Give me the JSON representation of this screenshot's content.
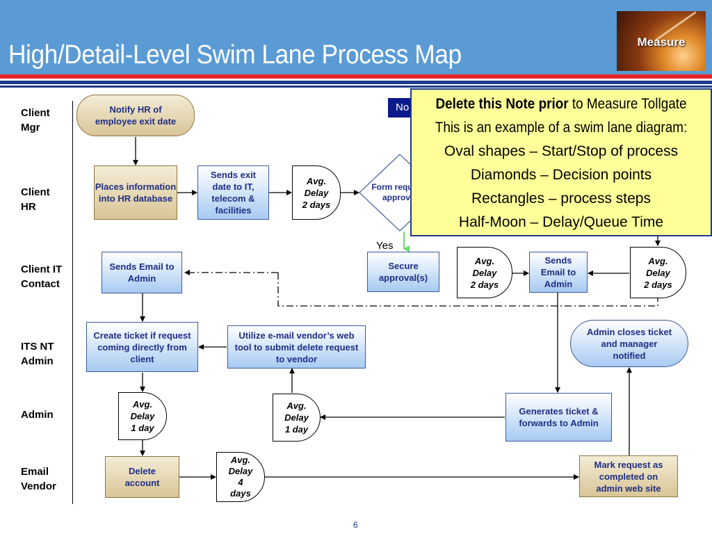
{
  "header": {
    "title": "High/Detail-Level Swim Lane Process Map",
    "badge_label": "Measure"
  },
  "lanes": [
    {
      "line1": "Client",
      "line2": "Mgr"
    },
    {
      "line1": "Client",
      "line2": "HR"
    },
    {
      "line1": "Client IT",
      "line2": "Contact"
    },
    {
      "line1": "ITS NT",
      "line2": "Admin"
    },
    {
      "line1": "Admin",
      "line2": ""
    },
    {
      "line1": "Email",
      "line2": "Vendor"
    }
  ],
  "steps": {
    "notify_hr": "Notify HR of employee exit date",
    "places_info": "Places information into HR database",
    "sends_exit": "Sends exit date to IT, telecom & facilities",
    "form_required": "Form required approval",
    "sends_email_admin_left": "Sends Email to Admin",
    "secure_approval": "Secure approval(s)",
    "sends_email_admin_right": "Sends Email to Admin",
    "create_ticket": "Create ticket if request coming directly from client",
    "utilize_vendor": "Utilize e-mail vendor’s web tool to submit delete request to vendor",
    "admin_closes": "Admin closes ticket and manager notified",
    "generates_ticket": "Generates ticket & forwards to Admin",
    "delete_account": "Delete account",
    "mark_request": "Mark request as completed on admin web site"
  },
  "delays": {
    "hr_delay": {
      "line1": "Avg.",
      "line2": "Delay",
      "line3": "2 days"
    },
    "it_delay_mid": {
      "line1": "Avg.",
      "line2": "Delay",
      "line3": "2 days"
    },
    "it_delay_right": {
      "line1": "Avg.",
      "line2": "Delay",
      "line3": "2 days"
    },
    "admin_delay_left": {
      "line1": "Avg.",
      "line2": "Delay",
      "line3": "1 day"
    },
    "admin_delay_mid": {
      "line1": "Avg.",
      "line2": "Delay",
      "line3": "1 day"
    },
    "vendor_delay": {
      "line1": "Avg.",
      "line2": "Delay",
      "line3": "4",
      "line4": "days"
    }
  },
  "decision_labels": {
    "no": "No",
    "yes": "Yes"
  },
  "note": {
    "line1_bold": "Delete this Note prior",
    "line1_rest": " to Measure Tollgate",
    "line2": "This is an example of a swim lane diagram:",
    "line3": "Oval shapes – Start/Stop of process",
    "line4": "Diamonds – Decision points",
    "line5": "Rectangles – process steps",
    "line6": "Half-Moon – Delay/Queue Time"
  },
  "footer": {
    "page_number": "6"
  },
  "colors": {
    "header_blue": "#5b9bd5",
    "stripe_red": "#e8242a",
    "stripe_navy": "#1e3b8c",
    "step_text": "#1e2e84",
    "note_fill": "#ffff99"
  }
}
